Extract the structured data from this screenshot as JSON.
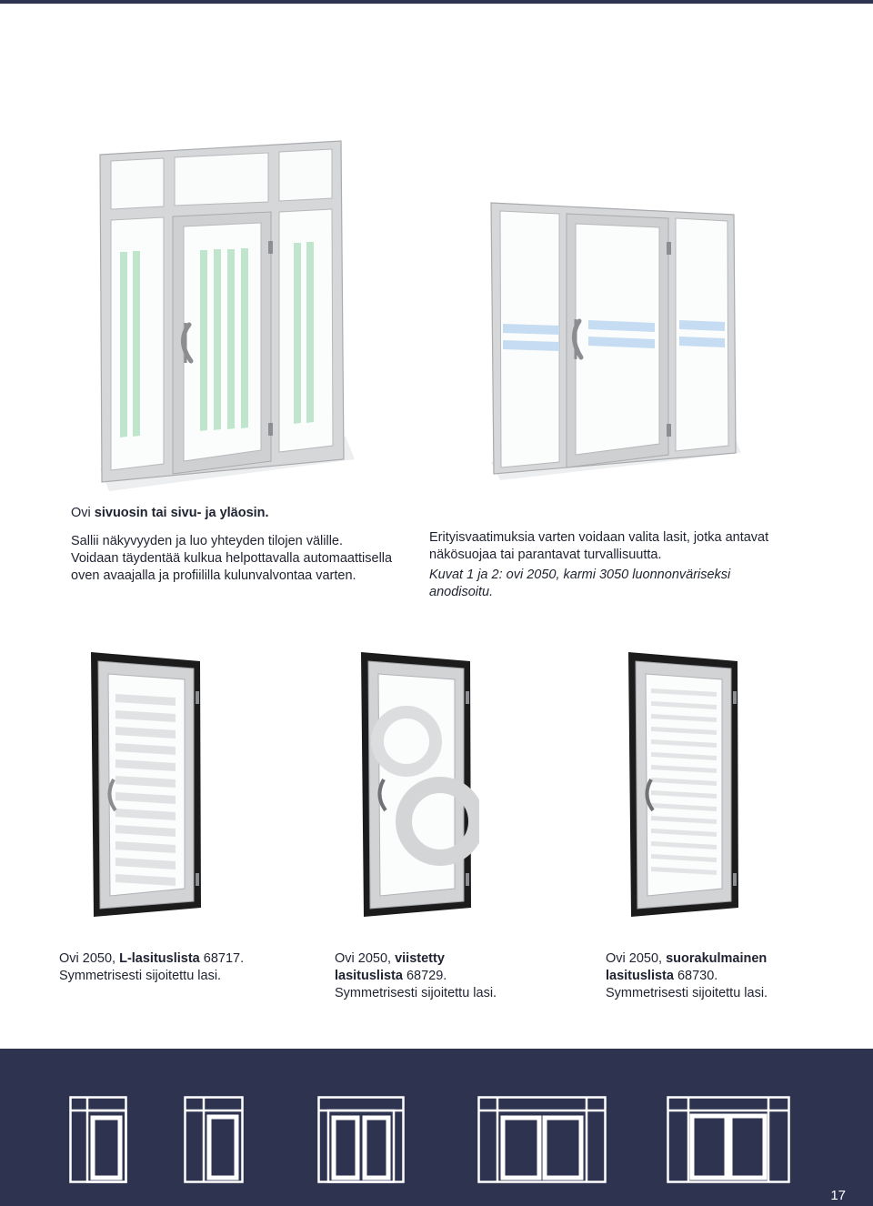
{
  "captions": {
    "top_left": {
      "line1_prefix": "Ovi ",
      "line1_bold": "sivuosin tai sivu- ja yläosin.",
      "body": [
        "Sallii näkyvyyden ja luo yhteyden tilojen välille.",
        "Voidaan täydentää kulkua helpottavalla automaattisella",
        "oven avaajalla ja profiililla kulunvalvontaa varten."
      ]
    },
    "top_right": {
      "body": [
        "Erityisvaatimuksia varten voidaan valita lasit, jotka antavat",
        "näkösuojaa tai parantavat turvallisuutta."
      ],
      "italic": [
        "Kuvat 1 ja 2: ovi 2050, karmi 3050 luonnonväriseksi",
        "anodisoitu."
      ]
    },
    "door_1": {
      "prefix": "Ovi 2050, ",
      "bold": "L-lasituslista",
      "suffix": " 68717.",
      "line2": "Symmetrisesti sijoitettu lasi."
    },
    "door_2": {
      "prefix": "Ovi 2050, ",
      "bold1": "viistetty",
      "bold2": "lasituslista",
      "suffix": " 68729.",
      "line3": "Symmetrisesti sijoitettu lasi."
    },
    "door_3": {
      "prefix": "Ovi 2050, ",
      "bold1": "suorakulmainen",
      "bold2": "lasituslista",
      "suffix": " 68730.",
      "line3": "Symmetrisesti sijoitettu lasi."
    }
  },
  "page_number": "17",
  "colors": {
    "navy": "#2e3350",
    "frame_gray": "#c9cacc",
    "green_stripes": "#bfe6cc",
    "blue_stripes": "#c6dcf2",
    "black_frame": "#1c1c1c"
  },
  "illustrations": [
    "door-with-sidelights-and-transom-green-stripes",
    "door-with-sidelights-blue-bands",
    "door-l-glazing-bead-horizontal-bands",
    "door-bevelled-glazing-bead-circles",
    "door-rectangular-glazing-bead-thin-bands"
  ],
  "footer_icons": [
    "single-door-with-sidelight-and-transom-icon",
    "single-door-with-sidelight-icon",
    "double-door-with-transom-icon",
    "double-door-with-sidelights-and-transom-icon",
    "double-door-with-sidelights-and-transom-icon-2"
  ]
}
